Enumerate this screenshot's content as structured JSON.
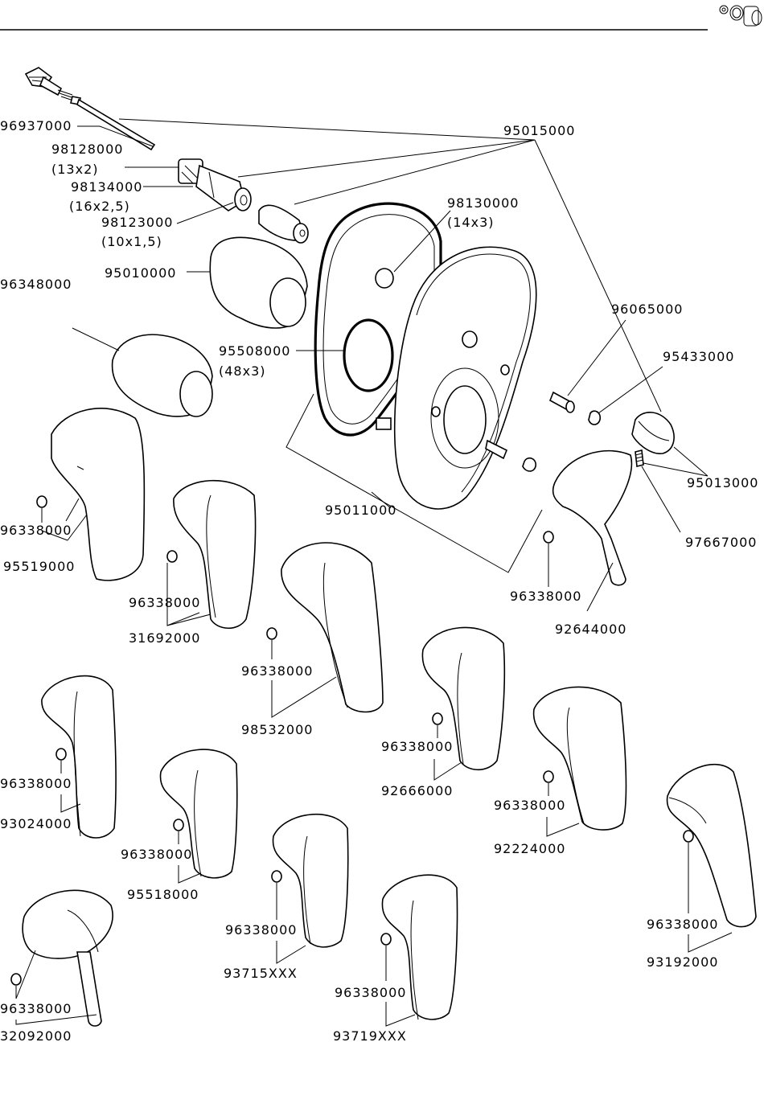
{
  "header": {
    "corner_icon": "valve-parts-icon"
  },
  "labels": {
    "p96937000": "96937000",
    "p98128000": "98128000",
    "p98128000_dim": "(13x2)",
    "p98134000": "98134000",
    "p98134000_dim": "(16x2,5)",
    "p98123000": "98123000",
    "p98123000_dim": "(10x1,5)",
    "p95010000": "95010000",
    "p96348000": "96348000",
    "p95015000": "95015000",
    "p98130000": "98130000",
    "p98130000_dim": "(14x3)",
    "p95508000": "95508000",
    "p95508000_dim": "(48x3)",
    "p96065000": "96065000",
    "p95433000": "95433000",
    "p95013000": "95013000",
    "p97667000": "97667000",
    "p95011000": "95011000",
    "p96338000_a": "96338000",
    "p95519000": "95519000",
    "p96338000_b": "96338000",
    "p31692000": "31692000",
    "p96338000_c": "96338000",
    "p98532000": "98532000",
    "p96338000_d": "96338000",
    "p92644000": "92644000",
    "p96338000_e": "96338000",
    "p92666000": "92666000",
    "p96338000_f": "96338000",
    "p92224000": "92224000",
    "p96338000_g": "96338000",
    "p93024000": "93024000",
    "p96338000_h": "96338000",
    "p95518000": "95518000",
    "p96338000_i": "96338000",
    "p93715XXX": "93715XXX",
    "p96338000_j": "96338000",
    "p93719XXX": "93719XXX",
    "p96338000_k": "96338000",
    "p93192000": "93192000",
    "p96338000_l": "96338000",
    "p32092000": "32092000"
  }
}
